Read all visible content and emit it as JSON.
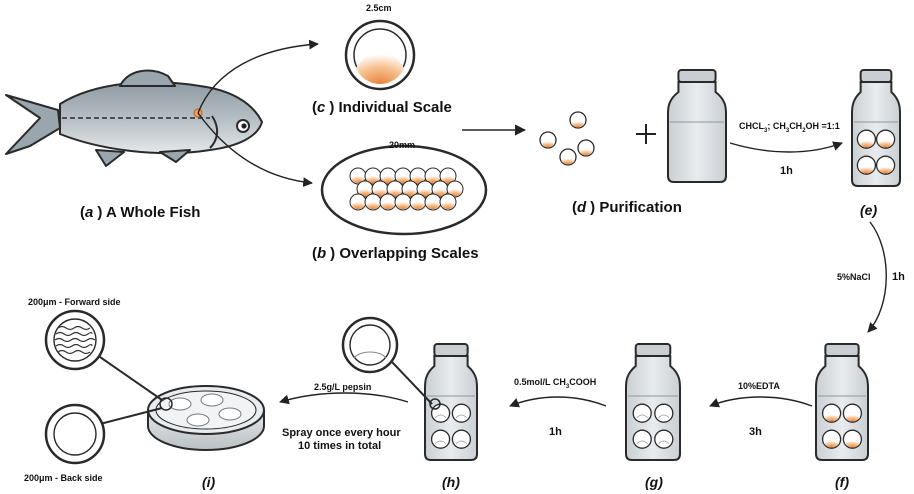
{
  "captions": {
    "a_letter": "a",
    "a_text": "A Whole Fish",
    "b_letter": "b",
    "b_text": "Overlapping Scales",
    "c_letter": "c",
    "c_text": "Individual Scale",
    "d_letter": "d",
    "d_text": "Purification",
    "e": "(e)",
    "f": "(f)",
    "g": "(g)",
    "h": "(h)",
    "i": "(i)"
  },
  "dimensions": {
    "individual_scale": "2.5cm",
    "overlapping_scales": "20mm",
    "forward_side": "200μm  -  Forward side",
    "back_side": "200μm  -  Back side"
  },
  "steps": {
    "d_to_e_reagent_a": "CHCL",
    "d_to_e_reagent_sub1": "3",
    "d_to_e_reagent_b": "; CH",
    "d_to_e_reagent_sub2": "3",
    "d_to_e_reagent_c": "CH",
    "d_to_e_reagent_sub3": "2",
    "d_to_e_reagent_d": "OH =1:1",
    "d_to_e_time": "1h",
    "e_to_f_reagent": "5%NaCl",
    "e_to_f_time": "1h",
    "f_to_g_reagent": "10%EDTA",
    "f_to_g_time": "3h",
    "g_to_h_reagent_a": "0.5mol/L CH",
    "g_to_h_reagent_sub": "3",
    "g_to_h_reagent_b": "COOH",
    "g_to_h_time": "1h",
    "h_to_i_reagent": "2.5g/L pepsin",
    "h_to_i_note_1": "Spray once every hour",
    "h_to_i_note_2": "10 times in total"
  },
  "colors": {
    "outline": "#2a2a2a",
    "fish_body": "#a9b4ba",
    "fish_belly": "#dfe3e6",
    "bottle": "#d8dde0",
    "scale_orange": "#f0a060",
    "dish": "#d5dbde"
  }
}
